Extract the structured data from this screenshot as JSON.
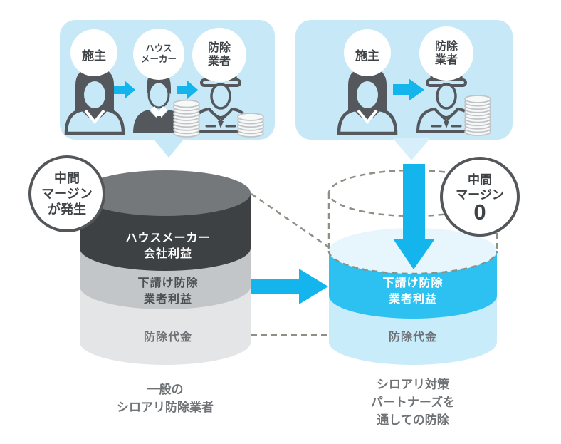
{
  "colors": {
    "bubble_bg": "#c6e8f7",
    "accent_blue": "#14b4ec",
    "cyl_blue_band": "#2cc1f0",
    "cyl_pale_band": "#c9ecfa",
    "cyl_pale_top": "#e7f5fc",
    "cyl_dark_band": "#3d4144",
    "cyl_top_gray": "#75787b",
    "cyl_mid_gray": "#c3c6c8",
    "cyl_light_gray": "#e4e5e6",
    "dashed_line": "#8b9184",
    "icon_gray": "#54575c"
  },
  "left_bubble": {
    "actors": [
      {
        "label": "施主"
      },
      {
        "label": "ハウス\nメーカー"
      },
      {
        "label": "防除\n業者"
      }
    ]
  },
  "right_bubble": {
    "actors": [
      {
        "label": "施主"
      },
      {
        "label": "防除\n業者"
      }
    ]
  },
  "left_cylinder": {
    "badge": "中間\nマージン\nが発生",
    "layers": [
      {
        "label": "ハウスメーカー\n会社利益"
      },
      {
        "label": "下請け防除\n業者利益"
      },
      {
        "label": "防除代金"
      }
    ],
    "caption": "一般の\nシロアリ防除業者"
  },
  "right_cylinder": {
    "badge_top": "中間\nマージン",
    "badge_zero": "0",
    "layers": [
      {
        "label": "下請け防除\n業者利益"
      },
      {
        "label": "防除代金"
      }
    ],
    "caption": "シロアリ対策\nパートナーズを\n通しての防除"
  }
}
